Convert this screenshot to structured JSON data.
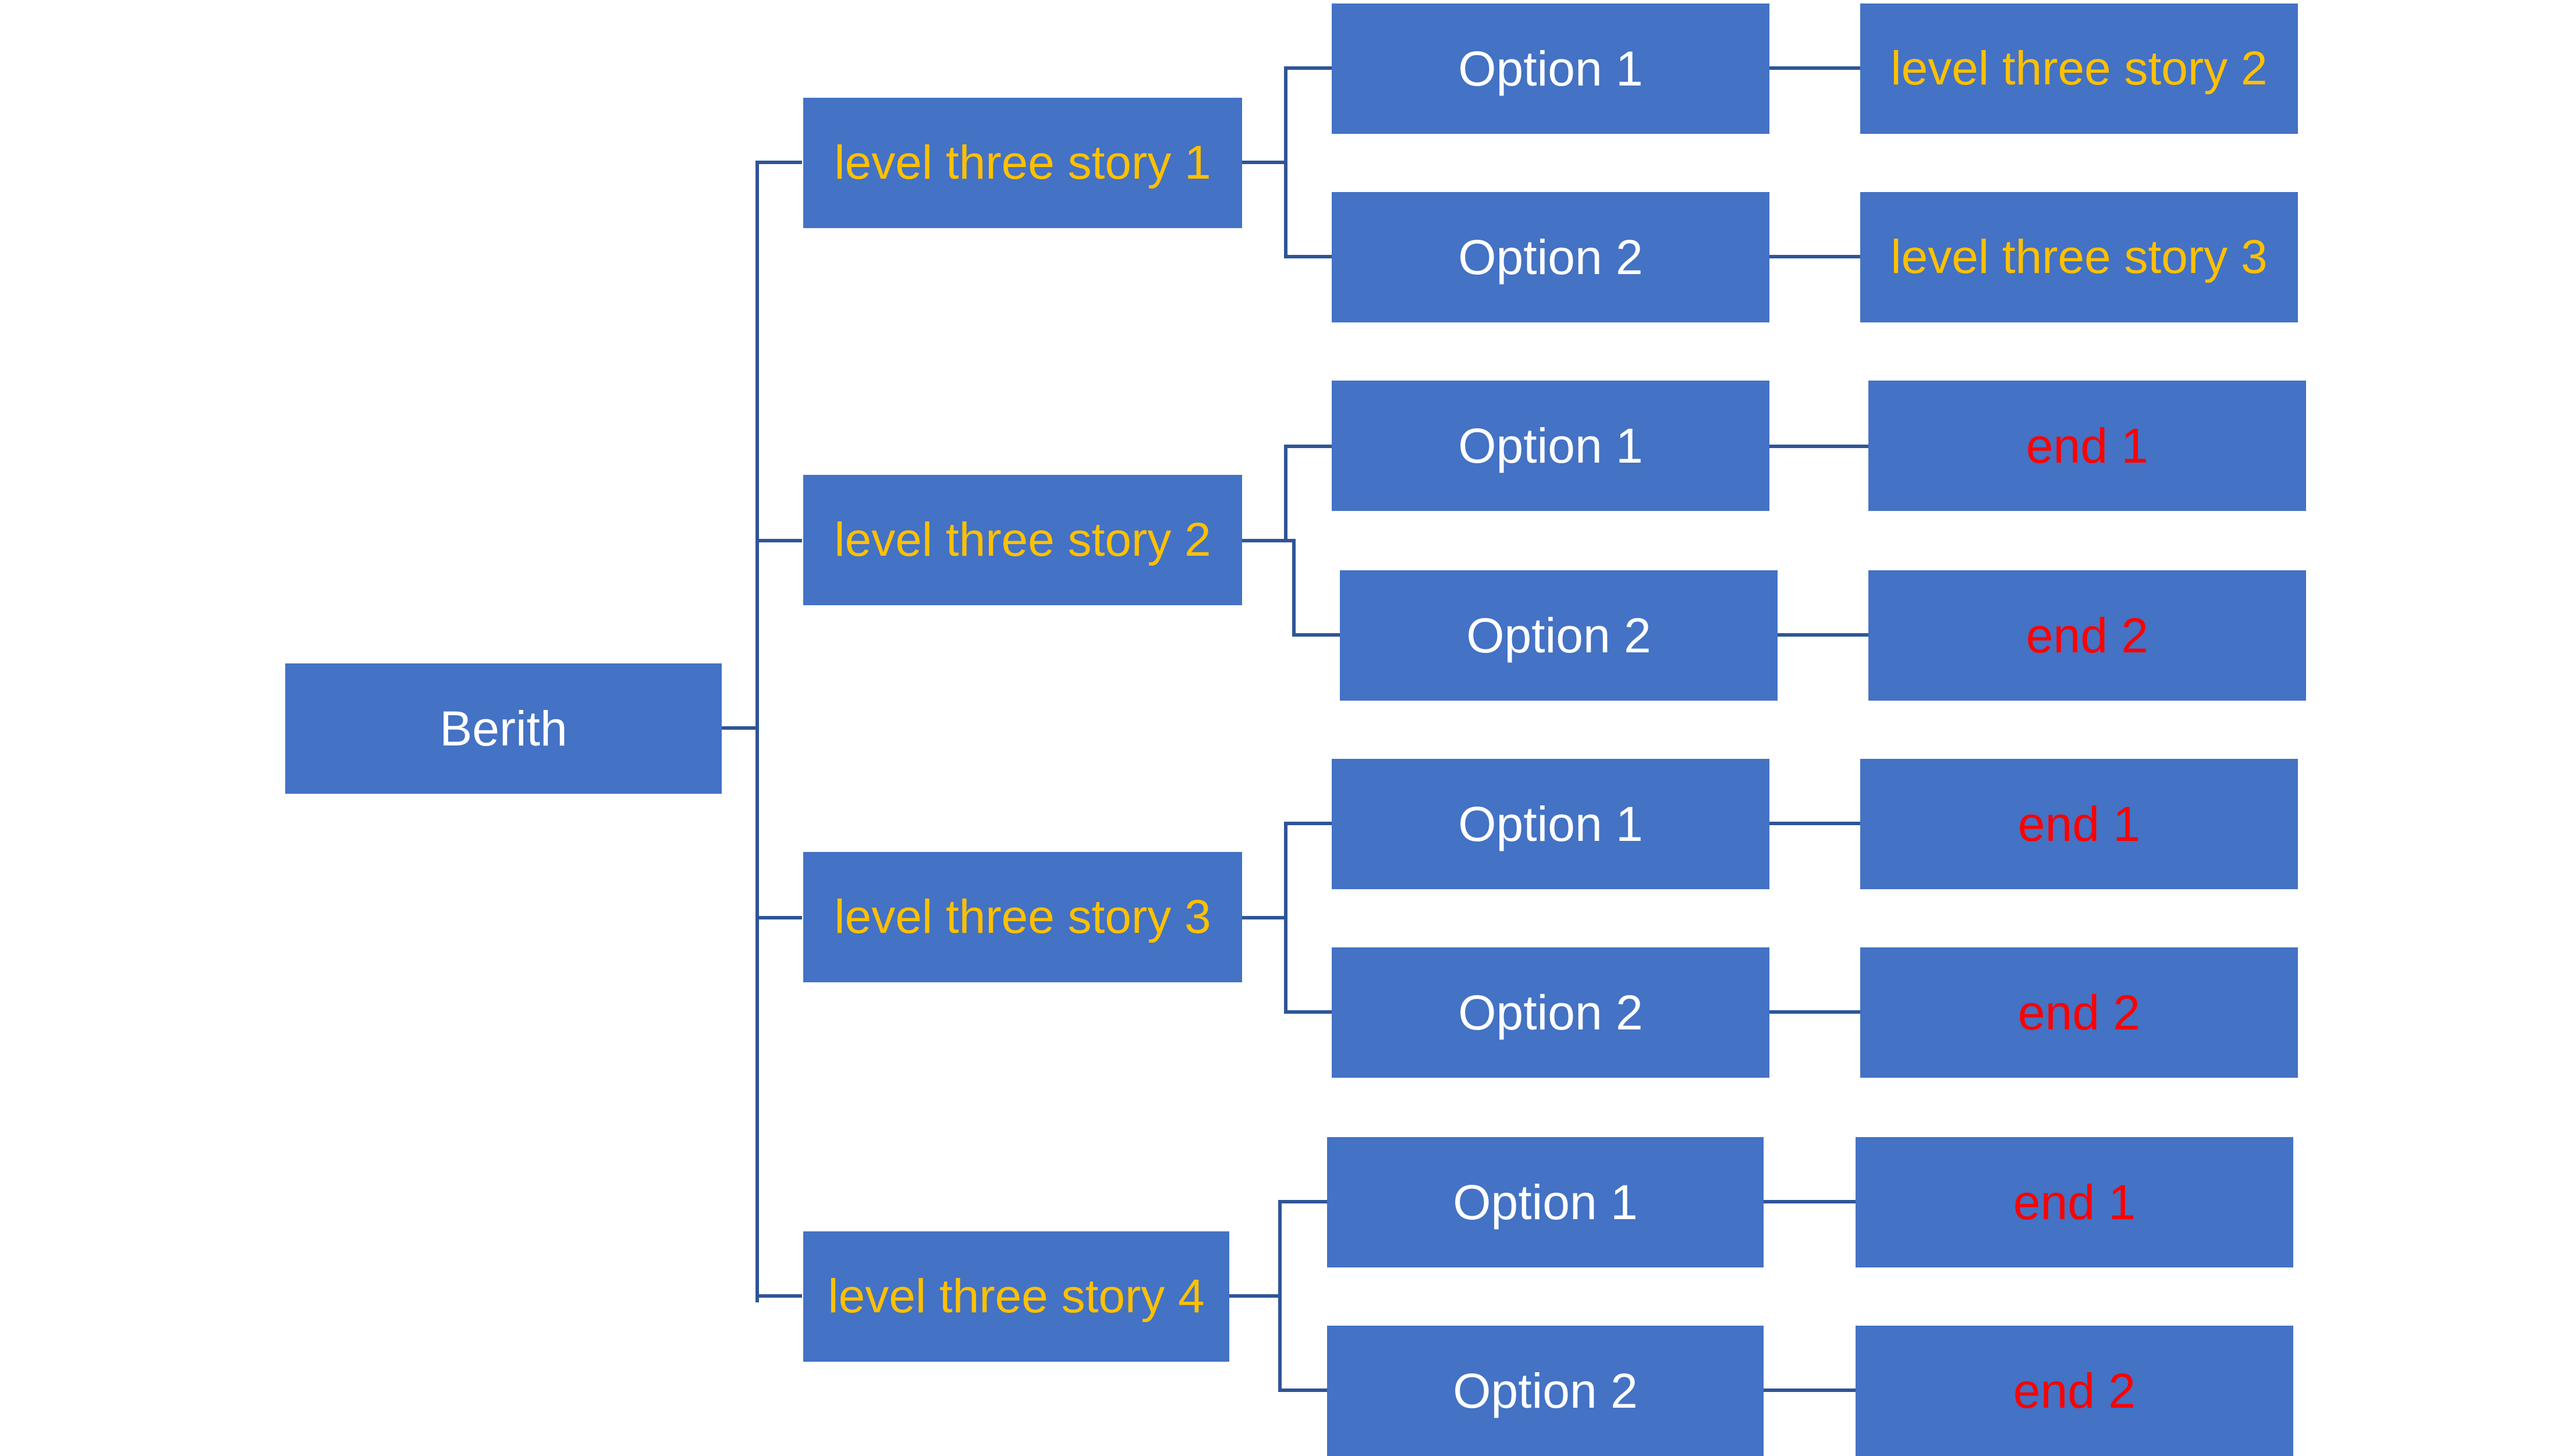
{
  "diagram": {
    "root": {
      "label": "Berith",
      "children": [
        {
          "label": "level three story 1",
          "options": [
            {
              "label": "Option 1",
              "outcome": {
                "label": "level three story 2",
                "kind": "story"
              }
            },
            {
              "label": "Option 2",
              "outcome": {
                "label": "level three story 3",
                "kind": "story"
              }
            }
          ]
        },
        {
          "label": "level three story 2",
          "options": [
            {
              "label": "Option 1",
              "outcome": {
                "label": "end 1",
                "kind": "end"
              }
            },
            {
              "label": "Option 2",
              "outcome": {
                "label": "end 2",
                "kind": "end"
              }
            }
          ]
        },
        {
          "label": "level three story 3",
          "options": [
            {
              "label": "Option 1",
              "outcome": {
                "label": "end 1",
                "kind": "end"
              }
            },
            {
              "label": "Option 2",
              "outcome": {
                "label": "end 2",
                "kind": "end"
              }
            }
          ]
        },
        {
          "label": "level three story 4",
          "options": [
            {
              "label": "Option 1",
              "outcome": {
                "label": "end 1",
                "kind": "end"
              }
            },
            {
              "label": "Option 2",
              "outcome": {
                "label": "end 2",
                "kind": "end"
              }
            }
          ]
        }
      ]
    },
    "colors": {
      "box_fill": "#4472C4",
      "connector": "#2F5597",
      "root_text": "#FFFFFF",
      "option_text": "#FFFFFF",
      "story_text": "#FFC000",
      "end_text": "#FF0000"
    }
  }
}
